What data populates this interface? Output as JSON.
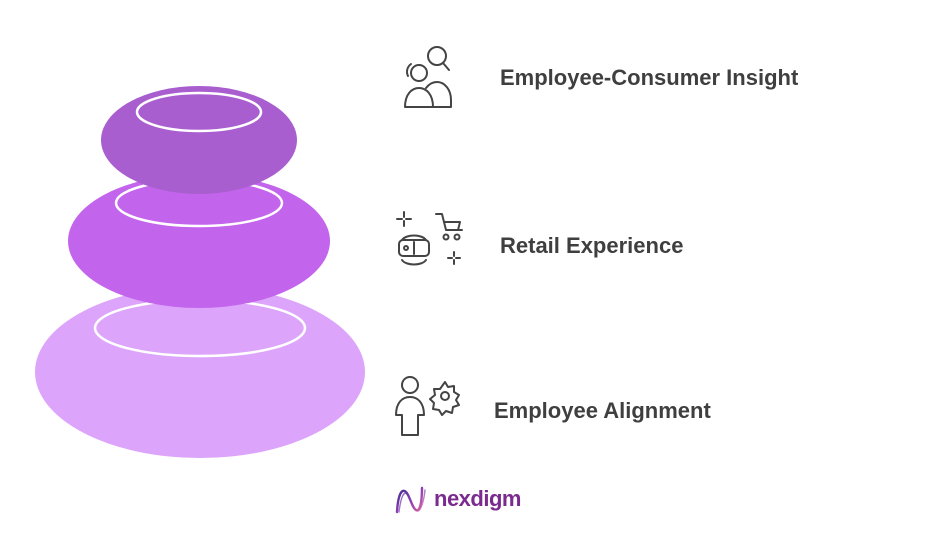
{
  "layers": [
    {
      "label": "Employee-Consumer Insight",
      "icon": "people-search-icon",
      "color": "#a95ed0"
    },
    {
      "label": "Retail Experience",
      "icon": "vr-shopping-cart-icon",
      "color": "#c365ec"
    },
    {
      "label": "Employee Alignment",
      "icon": "person-gear-icon",
      "color": "#dca4fa"
    }
  ],
  "logo": {
    "text": "nexdigm",
    "color": "#7b2b8f"
  },
  "colors": {
    "text": "#3f3f3f",
    "icon_stroke": "#444444",
    "ring_stroke": "#ffffff"
  }
}
